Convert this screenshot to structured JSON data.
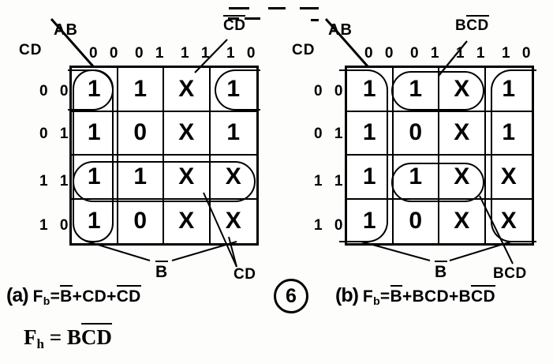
{
  "figure": {
    "number_label": "6",
    "title_artifacts": [
      "dash",
      "dash",
      "dash"
    ]
  },
  "maps": [
    {
      "id": "map-a",
      "tag": "(a)",
      "axis_top_label": "AB",
      "axis_left_label": "CD",
      "column_headers": [
        "0 0",
        "0 1",
        "1 1",
        "1 0"
      ],
      "row_headers": [
        "0 0",
        "0 1",
        "1 1",
        "1 0"
      ],
      "cells": [
        [
          "1",
          "1",
          "X",
          "1"
        ],
        [
          "1",
          "0",
          "X",
          "1"
        ],
        [
          "1",
          "1",
          "X",
          "X"
        ],
        [
          "1",
          "0",
          "X",
          "X"
        ]
      ],
      "annotations": [
        {
          "name": "cd-bar-group",
          "text_parts": [
            {
              "t": "C",
              "bar": true
            },
            {
              "t": "D",
              "bar": true
            }
          ],
          "plain": "C̄D̄"
        },
        {
          "name": "b-bar-group",
          "text_parts": [
            {
              "t": "B",
              "bar": true
            }
          ],
          "plain": "B̄"
        },
        {
          "name": "cd-group",
          "text_parts": [
            {
              "t": "CD",
              "bar": false
            }
          ],
          "plain": "CD"
        }
      ],
      "formula": {
        "tag": "(a)",
        "lhs": "F",
        "lhs_sub": "b",
        "eq": "=",
        "terms": [
          {
            "letters": [
              {
                "t": "B",
                "bar": true
              }
            ]
          },
          {
            "letters": [
              {
                "t": "CD",
                "bar": false
              }
            ]
          },
          {
            "letters": [
              {
                "t": "C",
                "bar": true
              },
              {
                "t": "D",
                "bar": true
              }
            ]
          }
        ],
        "plain": "(a) Fb = B̄ + CD + C̄D̄"
      }
    },
    {
      "id": "map-b",
      "tag": "(b)",
      "axis_top_label": "AB",
      "axis_left_label": "CD",
      "column_headers": [
        "0 0",
        "0 1",
        "1 1",
        "1 0"
      ],
      "row_headers": [
        "0 0",
        "0 1",
        "1 1",
        "1 0"
      ],
      "cells": [
        [
          "1",
          "1",
          "X",
          "1"
        ],
        [
          "1",
          "0",
          "X",
          "1"
        ],
        [
          "1",
          "1",
          "X",
          "X"
        ],
        [
          "1",
          "0",
          "X",
          "X"
        ]
      ],
      "annotations": [
        {
          "name": "bcd-bar-group",
          "text_parts": [
            {
              "t": "B",
              "bar": false
            },
            {
              "t": "C",
              "bar": true
            },
            {
              "t": "D",
              "bar": true
            }
          ],
          "plain": "BC̄D̄"
        },
        {
          "name": "b-bar-group",
          "text_parts": [
            {
              "t": "B",
              "bar": true
            }
          ],
          "plain": "B̄"
        },
        {
          "name": "bcd-group",
          "text_parts": [
            {
              "t": "BCD",
              "bar": false
            }
          ],
          "plain": "BCD"
        }
      ],
      "formula": {
        "tag": "(b)",
        "lhs": "F",
        "lhs_sub": "b",
        "eq": "=",
        "terms": [
          {
            "letters": [
              {
                "t": "B",
                "bar": true
              }
            ]
          },
          {
            "letters": [
              {
                "t": "BCD",
                "bar": false
              }
            ]
          },
          {
            "letters": [
              {
                "t": "B",
                "bar": false
              },
              {
                "t": "C",
                "bar": true
              },
              {
                "t": "D",
                "bar": true
              }
            ]
          }
        ],
        "plain": "(b) Fb = B̄ + BCD + BC̄D̄"
      }
    }
  ],
  "bottom_formula": {
    "lhs": "F",
    "lhs_sub": "h",
    "eq": "=",
    "letters": [
      {
        "t": "B",
        "bar": false
      },
      {
        "t": "C",
        "bar": true
      },
      {
        "t": "D",
        "bar": true
      }
    ],
    "plain": "Fₕ = BC̄D̄"
  },
  "colors": {
    "ink": "#000000",
    "paper": "#fdfdfc"
  }
}
